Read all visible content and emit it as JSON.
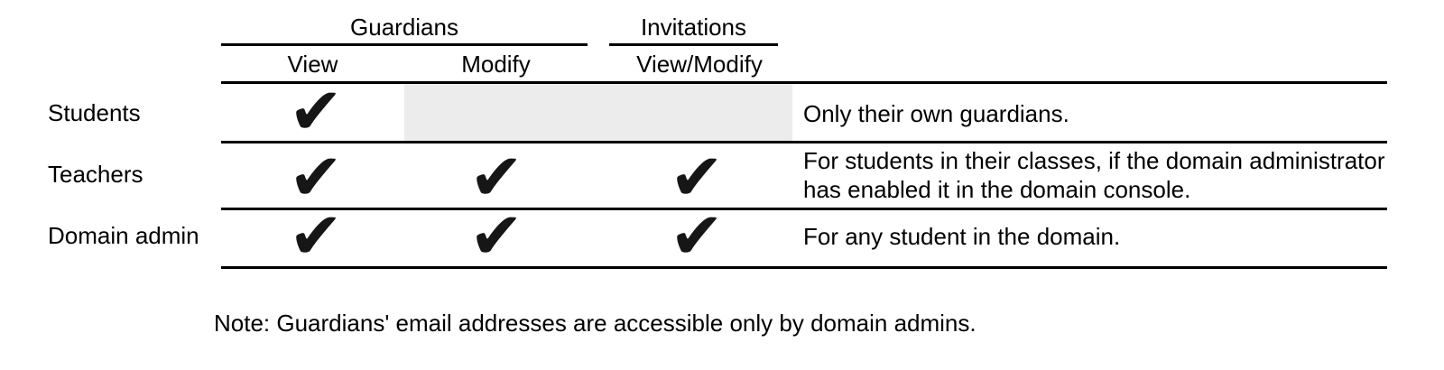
{
  "colors": {
    "background": "#ffffff",
    "text": "#000000",
    "line": "#000000",
    "disabled_cell": "#ececec",
    "check": "#161616"
  },
  "check_glyph": "✔",
  "table": {
    "column_groups": [
      {
        "label": "Guardians"
      },
      {
        "label": "Invitations"
      }
    ],
    "columns": [
      {
        "label": "View"
      },
      {
        "label": "Modify"
      },
      {
        "label": "View/Modify"
      }
    ],
    "rows": [
      {
        "label": "Students",
        "permissions": {
          "view": true,
          "modify": false,
          "view_modify": false
        },
        "modify_and_invitations_disabled": true,
        "note": "Only their own guardians."
      },
      {
        "label": "Teachers",
        "permissions": {
          "view": true,
          "modify": true,
          "view_modify": true
        },
        "modify_and_invitations_disabled": false,
        "note": "For students in their classes, if the domain administrator has enabled it in the domain console."
      },
      {
        "label": "Domain admin",
        "permissions": {
          "view": true,
          "modify": true,
          "view_modify": true
        },
        "modify_and_invitations_disabled": false,
        "note": "For any student in the domain."
      }
    ]
  },
  "footnote": "Note: Guardians' email addresses are accessible only by domain admins."
}
